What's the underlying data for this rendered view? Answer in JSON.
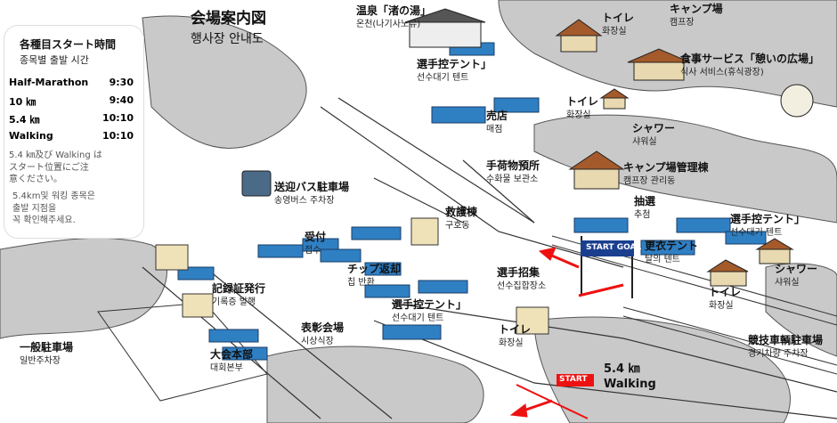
{
  "map": {
    "title_jp": "会場案内図",
    "title_ko": "행사장 안내도",
    "schedule": {
      "heading_jp": "各種目スタート時間",
      "heading_ko": "종목별 출발 시간",
      "rows": [
        {
          "event": "Half-Marathon",
          "time": "9:30"
        },
        {
          "event": "10 ㎞",
          "time": "9:40"
        },
        {
          "event": "5.4 ㎞",
          "time": "10:10"
        },
        {
          "event": "Walking",
          "time": "10:10"
        }
      ],
      "note_jp": [
        "5.4 ㎞及び Walking は",
        "スタート位置にご注",
        "意ください。"
      ],
      "note_ko": [
        "5.4km및 워킹 종목은",
        "출발 지점을",
        "꼭 확인해주세요."
      ]
    },
    "labels": {
      "onsen": {
        "jp": "温泉「渚の湯」",
        "ko": "온천(나기사노유)"
      },
      "toilet_top": {
        "jp": "トイレ",
        "ko": "화장실"
      },
      "camp": {
        "jp": "キャンプ場",
        "ko": "캠프장"
      },
      "waiting_tent_top": {
        "jp": "選手控テント」",
        "ko": "선수대기 텐트"
      },
      "food": {
        "jp": "食事サービス「憩いの広場」",
        "ko": "식사 서비스(휴식광장)"
      },
      "shop": {
        "jp": "売店",
        "ko": "매점"
      },
      "toilet_mid": {
        "jp": "トイレ",
        "ko": "화장실"
      },
      "shower_top": {
        "jp": "シャワー",
        "ko": "샤워실"
      },
      "baggage": {
        "jp": "手荷物預所",
        "ko": "수화물 보관소"
      },
      "camp_office": {
        "jp": "キャンプ場管理棟",
        "ko": "캠프장 관리동"
      },
      "bus": {
        "jp": "送迎バス駐車場",
        "ko": "송영버스 주차장"
      },
      "lottery": {
        "jp": "抽選",
        "ko": "추첨"
      },
      "first_aid": {
        "jp": "救護棟",
        "ko": "구호동"
      },
      "waiting_tent_right": {
        "jp": "選手控テント」",
        "ko": "선수대기 텐트"
      },
      "reception": {
        "jp": "受付",
        "ko": "접수"
      },
      "tower_tent": {
        "jp": "更衣テント",
        "ko": "탈의 텐트"
      },
      "chip_return": {
        "jp": "チップ返却",
        "ko": "칩 반환"
      },
      "shower_right": {
        "jp": "シャワー",
        "ko": "샤워실"
      },
      "record": {
        "jp": "記録証発行",
        "ko": "기록증 발행"
      },
      "assembly": {
        "jp": "選手招集",
        "ko": "선수집합장소"
      },
      "toilet_right": {
        "jp": "トイレ",
        "ko": "화장실"
      },
      "waiting_tent_low": {
        "jp": "選手控テント」",
        "ko": "선수대기 텐트"
      },
      "awards": {
        "jp": "表彰会場",
        "ko": "시상식장"
      },
      "toilet_low": {
        "jp": "トイレ",
        "ko": "화장실"
      },
      "hq": {
        "jp": "大会本部",
        "ko": "대회본부"
      },
      "general_parking": {
        "jp": "一般駐車場",
        "ko": "일반주차장"
      },
      "athlete_parking": {
        "jp": "競技車輌駐車場",
        "ko": "경기차량 주차장"
      }
    },
    "start_km": "5.4 ㎞",
    "start_walk": "Walking",
    "banner_start": "START",
    "banner_goal": "GOAL",
    "sign_start": "START"
  }
}
